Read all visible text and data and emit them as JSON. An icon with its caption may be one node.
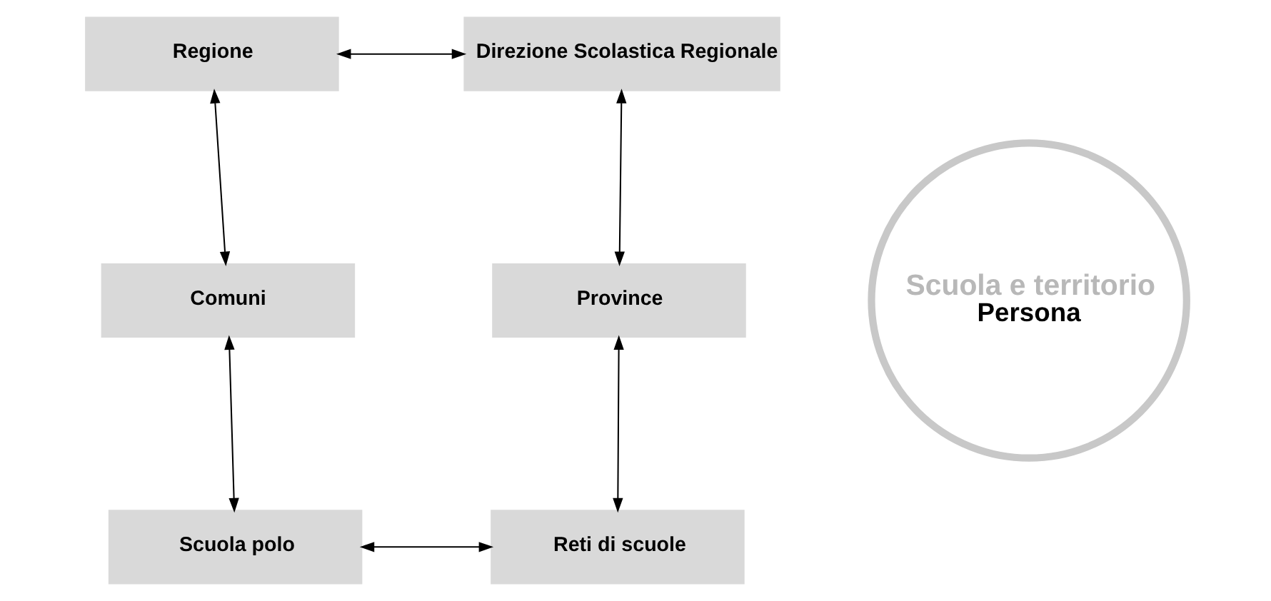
{
  "diagram": {
    "nodes": [
      {
        "text": [
          "Regione"
        ]
      },
      {
        "text": [
          "Direzione Scolastica Regionale"
        ]
      },
      {
        "text": [
          "Comuni"
        ]
      },
      {
        "text": [
          "Scuola e territorio",
          "Persona"
        ]
      },
      {
        "text": [
          "Province"
        ]
      },
      {
        "text": [
          "Scuola polo"
        ]
      },
      {
        "text": [
          "Reti di scuole"
        ]
      }
    ],
    "edges": [
      {
        "from": 0,
        "to": 1,
        "arrow": "both"
      },
      {
        "from": 0,
        "to": 2,
        "arrow": "both"
      },
      {
        "from": 1,
        "to": 4,
        "arrow": "both"
      },
      {
        "from": 2,
        "to": 5,
        "arrow": "both"
      },
      {
        "from": 4,
        "to": 6,
        "arrow": "both"
      },
      {
        "from": 5,
        "to": 6,
        "arrow": "both"
      }
    ]
  }
}
